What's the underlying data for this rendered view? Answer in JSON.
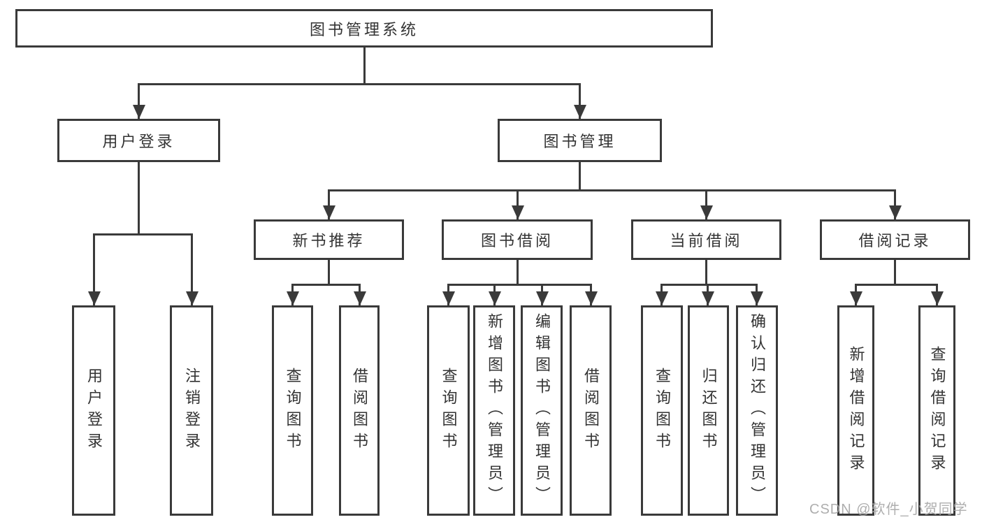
{
  "diagram": {
    "root": {
      "label": "图书管理系统"
    },
    "level2": [
      {
        "label": "用户登录"
      },
      {
        "label": "图书管理"
      }
    ],
    "level3": [
      {
        "label": "新书推荐"
      },
      {
        "label": "图书借阅"
      },
      {
        "label": "当前借阅"
      },
      {
        "label": "借阅记录"
      }
    ],
    "leaves": {
      "user_login": [
        "用户登录",
        "注销登录"
      ],
      "new_book_recommend": [
        "查询图书",
        "借阅图书"
      ],
      "book_borrow": [
        "查询图书",
        "新增图书（管理员）",
        "编辑图书（管理员）",
        "借阅图书"
      ],
      "current_borrow": [
        "查询图书",
        "归还图书",
        "确认归还（管理员）"
      ],
      "borrow_record": [
        "新增借阅记录",
        "查询借阅记录"
      ]
    }
  },
  "watermark": {
    "text": "CSDN @软件_小贺同学"
  },
  "colors": {
    "line": "#3a3a3a",
    "text": "#333333",
    "watermark": "#a6a6a6",
    "background": "#ffffff"
  }
}
